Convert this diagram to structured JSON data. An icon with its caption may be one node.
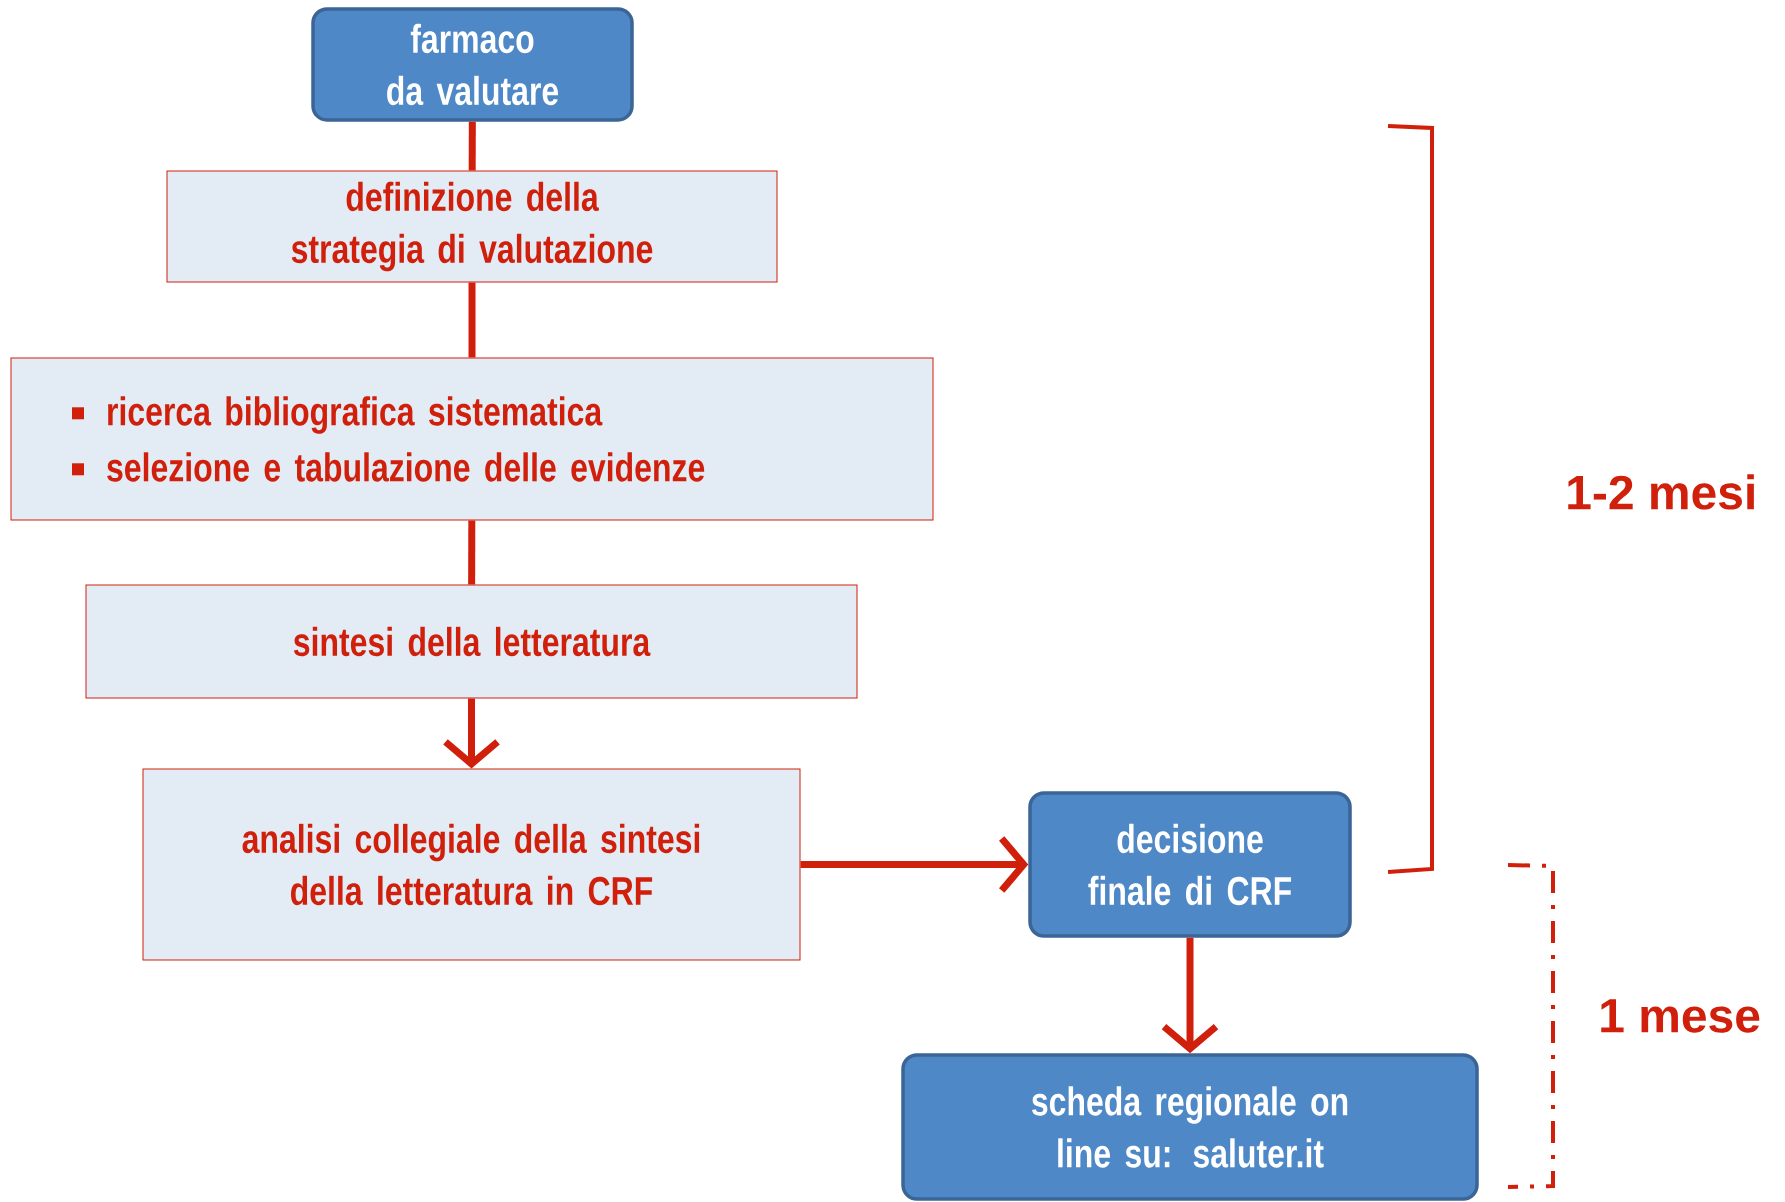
{
  "diagram": {
    "nodes": [
      {
        "text": [
          "farmaco da valutare"
        ]
      },
      {
        "text": [
          "definizione della strategia di valutazione"
        ]
      },
      {
        "text": [
          "ricerca bibliografica sistematica",
          "selezione e tabulazione delle evidenze"
        ]
      },
      {
        "text": [
          "sintesi della letteratura"
        ]
      },
      {
        "text": [
          "analisi collegiale della sintesi della letteratura in CRF"
        ]
      },
      {
        "text": [
          "decisione finale di CRF"
        ]
      },
      {
        "text": [
          "scheda regionale on line su: saluter.it"
        ]
      }
    ],
    "edges": [
      {
        "from": 0,
        "to": 1,
        "arrow": "none"
      },
      {
        "from": 1,
        "to": 2,
        "arrow": "none"
      },
      {
        "from": 2,
        "to": 3,
        "arrow": "none"
      },
      {
        "from": 3,
        "to": 4,
        "arrow": "to"
      },
      {
        "from": 4,
        "to": 5,
        "arrow": "to"
      },
      {
        "from": 5,
        "to": 6,
        "arrow": "to"
      }
    ],
    "labels": [
      "1-2 mesi",
      "1 mese"
    ]
  }
}
